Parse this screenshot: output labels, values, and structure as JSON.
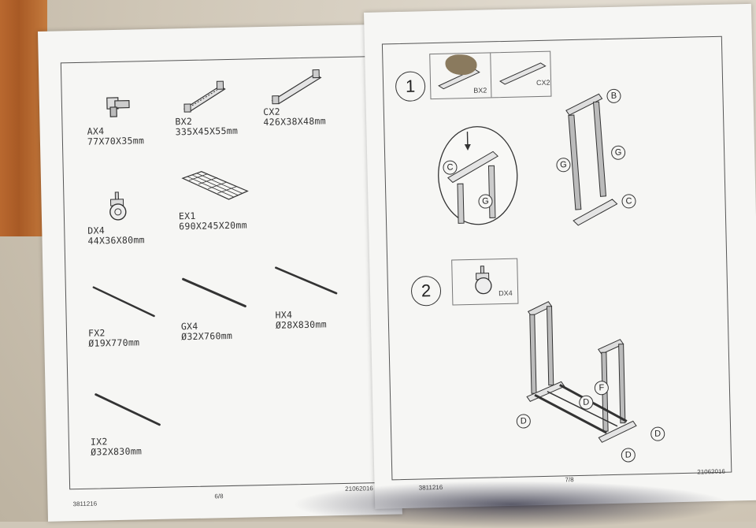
{
  "left_page": {
    "parts": [
      {
        "code": "AX4",
        "dims": "77X70X35mm",
        "icon": "hinge-connector-icon"
      },
      {
        "code": "BX2",
        "dims": "335X45X55mm",
        "icon": "short-rail-icon"
      },
      {
        "code": "CX2",
        "dims": "426X38X48mm",
        "icon": "long-base-rail-icon"
      },
      {
        "code": "DX4",
        "dims": "44X36X80mm",
        "icon": "caster-wheel-icon"
      },
      {
        "code": "EX1",
        "dims": "690X245X20mm",
        "icon": "wire-grid-shelf-icon"
      },
      {
        "code": "FX2",
        "dims": "Ø19X770mm",
        "icon": "thin-rod-icon"
      },
      {
        "code": "GX4",
        "dims": "Ø32X760mm",
        "icon": "tube-icon"
      },
      {
        "code": "HX4",
        "dims": "Ø28X830mm",
        "icon": "tube-icon"
      },
      {
        "code": "IX2",
        "dims": "Ø32X830mm",
        "icon": "tube-icon"
      }
    ],
    "footer_left": "3811216",
    "footer_center": "6/8",
    "footer_right": "21062016"
  },
  "right_page": {
    "step1": {
      "number": "1",
      "box_labels": [
        "BX2",
        "CX2"
      ],
      "callouts": {
        "c_upper": "C",
        "g_upper": "G",
        "b": "B",
        "g_left": "G",
        "g_right": "G",
        "c_lower": "C"
      }
    },
    "step2": {
      "number": "2",
      "box_label": "DX4",
      "callouts": {
        "f": "F",
        "d_mid": "D",
        "d_left": "D",
        "d_right": "D",
        "d_bottom": "D"
      }
    },
    "footer_left": "3811216",
    "footer_center": "7/8",
    "footer_right": "21062016"
  }
}
